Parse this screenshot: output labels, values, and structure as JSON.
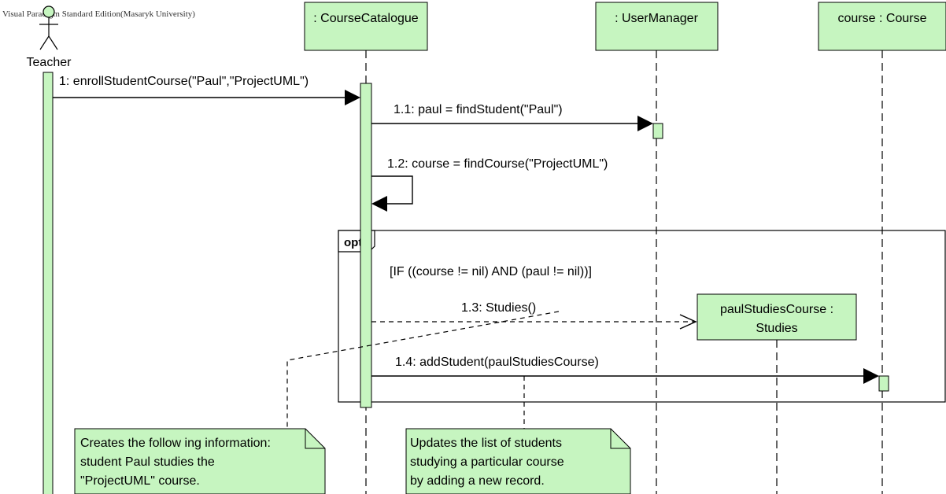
{
  "watermark": "Visual Paradigm Standard Edition(Masaryk University)",
  "actor": {
    "name": "Teacher"
  },
  "lifelines": [
    {
      "id": "course-catalogue",
      "label": ": CourseCatalogue"
    },
    {
      "id": "user-manager",
      "label": ": UserManager"
    },
    {
      "id": "course",
      "label": "course : Course"
    }
  ],
  "created_object": {
    "line1": "paulStudiesCourse :",
    "line2": "Studies"
  },
  "messages": [
    {
      "id": "m1",
      "label": "1: enrollStudentCourse(\"Paul\",\"ProjectUML\")"
    },
    {
      "id": "m11",
      "label": "1.1: paul = findStudent(\"Paul\")"
    },
    {
      "id": "m12",
      "label": "1.2: course = findCourse(\"ProjectUML\")"
    },
    {
      "id": "m13",
      "label": "1.3: Studies()"
    },
    {
      "id": "m14",
      "label": "1.4: addStudent(paulStudiesCourse)"
    }
  ],
  "fragment": {
    "operator": "opt",
    "guard": "[IF ((course != nil) AND (paul != nil))]"
  },
  "notes": [
    {
      "id": "note1",
      "lines": [
        "Creates the follow ing information:",
        "student Paul studies the",
        "\"ProjectUML\" course."
      ]
    },
    {
      "id": "note2",
      "lines": [
        "Updates the list of students",
        "studying a particular course",
        "by adding a new  record."
      ]
    }
  ],
  "colors": {
    "fill": "#c6f5c0",
    "stroke": "#000000"
  }
}
